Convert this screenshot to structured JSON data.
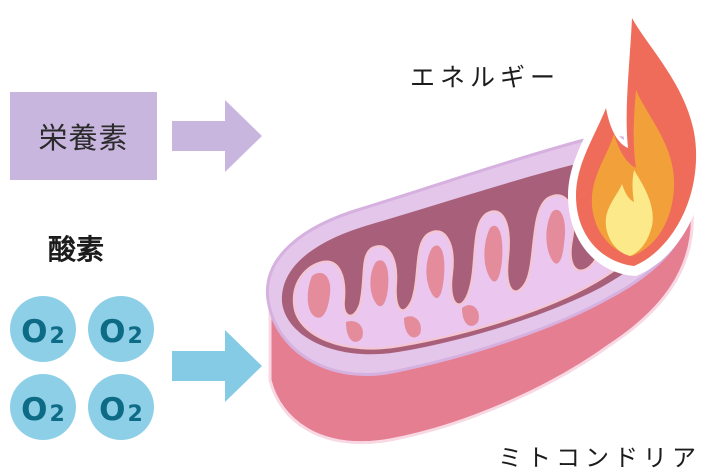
{
  "nutrients": {
    "label": "栄養素"
  },
  "oxygen": {
    "label": "酸素",
    "molecule": {
      "letter": "O",
      "subscript": "2"
    },
    "count": 4
  },
  "energy": {
    "label": "エネルギー"
  },
  "mitochondria": {
    "label": "ミトコンドリア"
  },
  "colors": {
    "nutrient_box": "#c9b6df",
    "nutrient_arrow": "#c8b6de",
    "oxygen_circle": "#8ecfe8",
    "oxygen_text": "#0d6b86",
    "oxygen_arrow": "#86cbe5",
    "outer_membrane": "#e67e92",
    "inner_membrane": "#a8607a",
    "matrix": "#ebc6ee",
    "flame_outer": "#ef6c5a",
    "flame_mid": "#f2a13a",
    "flame_inner": "#fbe98a"
  },
  "icons": {
    "nutrient_arrow": "right-arrow-icon",
    "oxygen_arrow": "right-arrow-icon",
    "flame": "flame-icon"
  }
}
